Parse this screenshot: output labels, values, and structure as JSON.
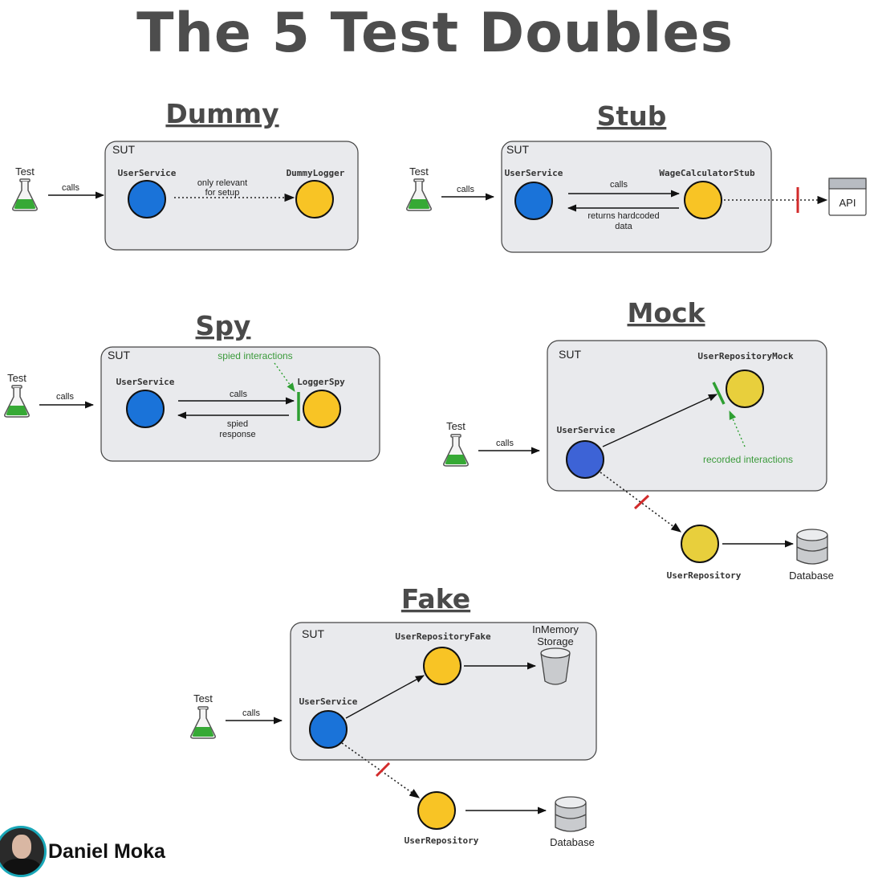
{
  "title": "The 5 Test Doubles",
  "author": "Daniel Moka",
  "common": {
    "test": "Test",
    "calls": "calls",
    "sut": "SUT",
    "user_service": "UserService",
    "api": "API",
    "database": "Database"
  },
  "dummy": {
    "title": "Dummy",
    "logger": "DummyLogger",
    "note_line1": "only relevant",
    "note_line2": "for setup"
  },
  "stub": {
    "title": "Stub",
    "calculator": "WageCalculatorStub",
    "returns_line1": "returns hardcoded",
    "returns_line2": "data"
  },
  "spy": {
    "title": "Spy",
    "logger": "LoggerSpy",
    "spied_interactions": "spied interactions",
    "response_line1": "spied",
    "response_line2": "response"
  },
  "mock": {
    "title": "Mock",
    "repository_mock": "UserRepositoryMock",
    "recorded_interactions": "recorded interactions",
    "repository": "UserRepository"
  },
  "fake": {
    "title": "Fake",
    "repository_fake": "UserRepositoryFake",
    "storage_line1": "InMemory",
    "storage_line2": "Storage",
    "repository": "UserRepository"
  },
  "colors": {
    "blue": "#1a73d9",
    "mock_blue": "#3d63d6",
    "yellow": "#f8c425",
    "mock_yellow": "#e8cf3c",
    "green": "#2e9f32",
    "red": "#d22b2b",
    "box": "#e9eaed"
  }
}
